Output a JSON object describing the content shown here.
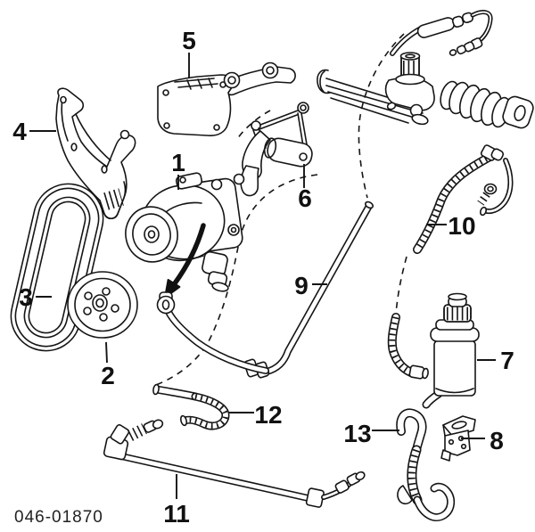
{
  "diagram": {
    "code": "046-01870",
    "background_color": "#ffffff",
    "line_color": "#151515",
    "callouts": [
      {
        "label": "1"
      },
      {
        "label": "2"
      },
      {
        "label": "3"
      },
      {
        "label": "4"
      },
      {
        "label": "5"
      },
      {
        "label": "6"
      },
      {
        "label": "7"
      },
      {
        "label": "8"
      },
      {
        "label": "9"
      },
      {
        "label": "10"
      },
      {
        "label": "11"
      },
      {
        "label": "12"
      },
      {
        "label": "13"
      }
    ]
  }
}
